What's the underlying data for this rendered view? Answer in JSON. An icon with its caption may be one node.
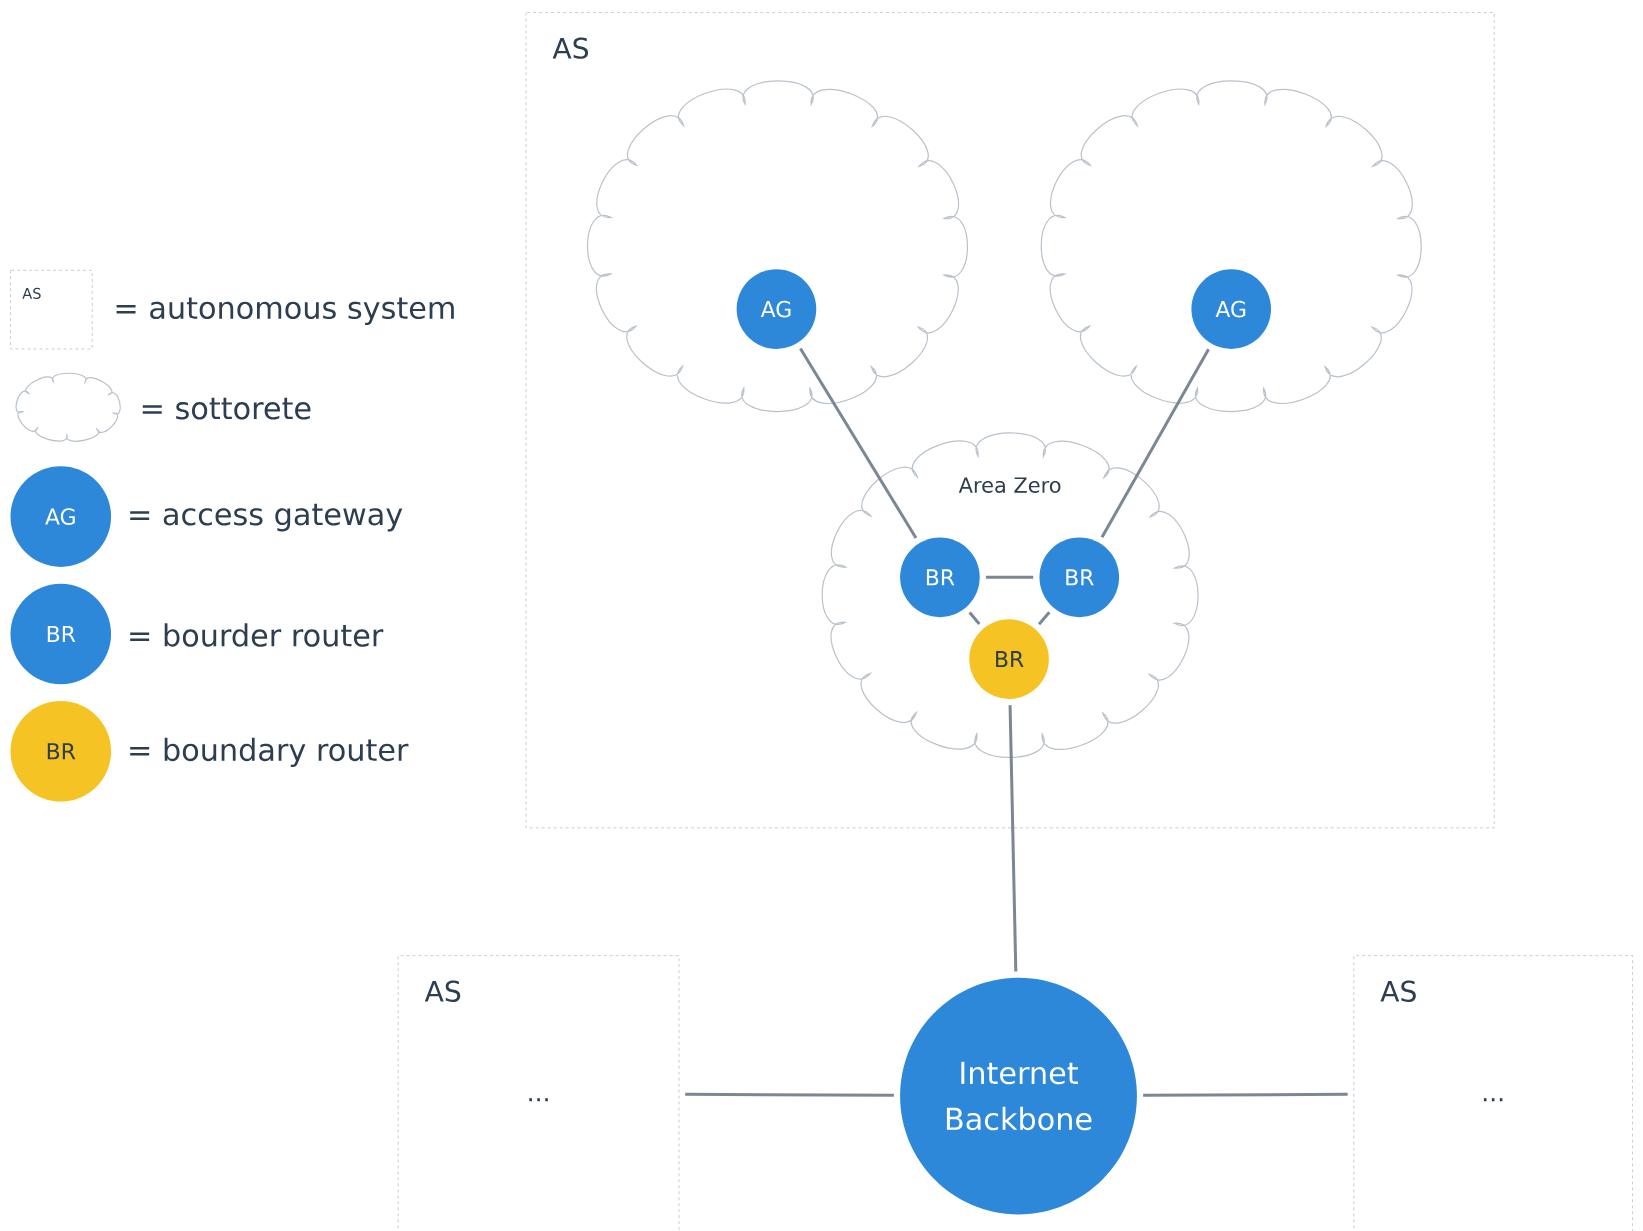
{
  "diagram": {
    "nodes": [
      {
        "text": [
          "AS"
        ]
      },
      {
        "text": [],
        "shape": "cloud",
        "in": 0
      },
      {
        "text": [],
        "shape": "cloud",
        "in": 0
      },
      {
        "text": [
          "AG"
        ],
        "in": 1
      },
      {
        "text": [
          "AG"
        ],
        "in": 2
      },
      {
        "text": [
          "Area Zero"
        ],
        "in": 0
      },
      {
        "text": [
          "BR"
        ],
        "in": 5
      },
      {
        "text": [
          "BR"
        ],
        "in": 5
      },
      {
        "text": [
          "BR"
        ],
        "in": 5
      },
      {
        "text": [
          "AS",
          "..."
        ]
      },
      {
        "text": [
          "Internet Backbone"
        ]
      },
      {
        "text": [
          "AS",
          "..."
        ]
      }
    ],
    "edges": [
      {
        "from": 3,
        "to": 6,
        "arrow": "none"
      },
      {
        "from": 4,
        "to": 7,
        "arrow": "none"
      },
      {
        "from": 6,
        "to": 7,
        "arrow": "none"
      },
      {
        "from": 6,
        "to": 8,
        "arrow": "none"
      },
      {
        "from": 7,
        "to": 8,
        "arrow": "none"
      },
      {
        "from": 8,
        "to": 10,
        "arrow": "none"
      },
      {
        "from": 9,
        "to": 10,
        "arrow": "none"
      },
      {
        "from": 10,
        "to": 11,
        "arrow": "none"
      }
    ],
    "labels": [
      "AS",
      "AG",
      "BR",
      "BR"
    ],
    "legend": [
      {
        "text": "= autonomous system"
      },
      {
        "text": "= sottorete"
      },
      {
        "text": "= access gateway",
        "color": "#2e88d9"
      },
      {
        "text": "= bourder router",
        "color": "#2e88d9"
      },
      {
        "text": "= boundary router",
        "color": "#f6c325"
      }
    ]
  }
}
